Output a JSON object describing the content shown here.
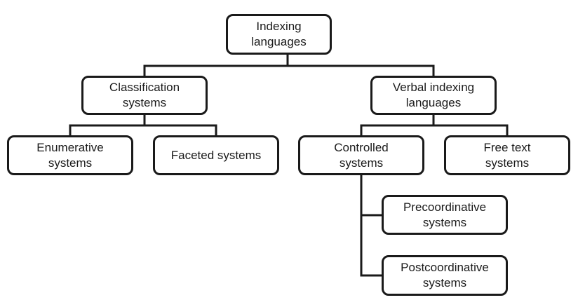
{
  "diagram": {
    "root": {
      "label": "Indexing\nlanguages"
    },
    "classification": {
      "label": "Classification\nsystems"
    },
    "verbal": {
      "label": "Verbal indexing\nlanguages"
    },
    "enumerative": {
      "label": "Enumerative\nsystems"
    },
    "faceted": {
      "label": "Faceted systems"
    },
    "controlled": {
      "label": "Controlled\nsystems"
    },
    "free_text": {
      "label": "Free text\nsystems"
    },
    "precoordinative": {
      "label": "Precoordinative\nsystems"
    },
    "postcoordinative": {
      "label": "Postcoordinative\nsystems"
    }
  },
  "colors": {
    "stroke": "#1a1a1a",
    "background": "#ffffff"
  }
}
